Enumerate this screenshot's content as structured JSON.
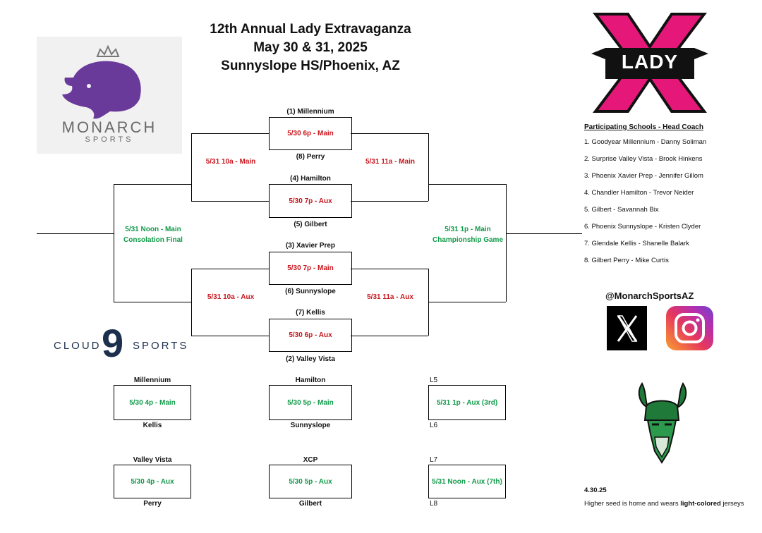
{
  "header": {
    "line1": "12th Annual Lady Extravaganza",
    "line2": "May 30 & 31, 2025",
    "line3": "Sunnyslope HS/Phoenix, AZ"
  },
  "logos": {
    "monarch_word": "MONARCH",
    "monarch_sub": "SPORTS",
    "ladyx_word": "LADY",
    "ladyx_letter": "X",
    "cloud9_left": "CLOUD",
    "cloud9_num": "9",
    "cloud9_right": "SPORTS"
  },
  "bracket": {
    "seeds": [
      "(1) Millennium",
      "(8) Perry",
      "(4) Hamilton",
      "(5) Gilbert",
      "(3) Xavier Prep",
      "(6) Sunnyslope",
      "(7) Kellis",
      "(2) Valley Vista"
    ],
    "first_round": [
      "5/30 6p - Main",
      "5/30 7p - Aux",
      "5/30 7p - Main",
      "5/30 6p - Aux"
    ],
    "semis_left": [
      "5/31 10a - Main",
      "5/31 10a - Aux"
    ],
    "semis_right": [
      "5/31 11a - Main",
      "5/31 11a - Aux"
    ],
    "consolation": [
      "5/31 Noon - Main",
      "Consolation Final"
    ],
    "championship": [
      "5/31 1p - Main",
      "Championship Game"
    ]
  },
  "games": [
    {
      "top": "Millennium",
      "time": "5/30 4p - Main",
      "bottom": "Kellis"
    },
    {
      "top": "Hamilton",
      "time": "5/30 5p - Main",
      "bottom": "Sunnyslope"
    },
    {
      "top": "L5",
      "time": "5/31 1p - Aux (3rd)",
      "bottom": "L6"
    },
    {
      "top": "Valley Vista",
      "time": "5/30 4p - Aux",
      "bottom": "Perry"
    },
    {
      "top": "XCP",
      "time": "5/30  5p - Aux",
      "bottom": "Gilbert"
    },
    {
      "top": "L7",
      "time": "5/31 Noon - Aux (7th)",
      "bottom": "L8"
    }
  ],
  "participants": {
    "title": "Participating Schools - Head Coach",
    "items": [
      "1. Goodyear Millennium - Danny Soliman",
      "2. Surprise Valley Vista - Brook Hinkens",
      "3. Phoenix Xavier Prep - Jennifer Gillom",
      "4. Chandler Hamilton - Trevor Neider",
      "5.  Gilbert - Savannah Bix",
      "6. Phoenix Sunnyslope - Kristen Clyder",
      "7. Glendale Kellis - Shanelle Balark",
      "8. Gilbert Perry - Mike Curtis"
    ]
  },
  "social": {
    "handle": "@MonarchSportsAZ"
  },
  "footer": {
    "date": "4.30.25",
    "note_pre": "Higher seed is home and wears ",
    "note_bold": "light-colored",
    "note_post": " jerseys"
  },
  "colors": {
    "red": "#c8161d",
    "green": "#129a4a",
    "purple": "#6a3a9a",
    "pink": "#e5187a"
  }
}
